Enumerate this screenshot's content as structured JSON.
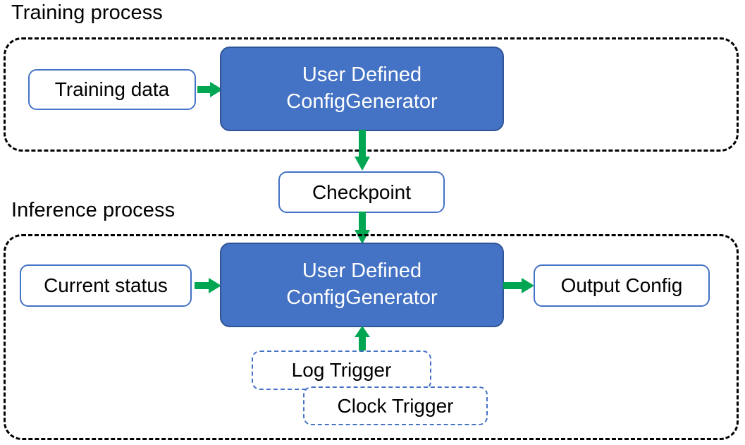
{
  "diagram": {
    "title_training": "Training process",
    "title_inference": "Inference process",
    "colors": {
      "node_fill": "#4472C4",
      "node_stroke": "#2F5597",
      "arrow": "#00A651",
      "container_stroke": "#000000",
      "white_node_stroke": "#4472C4"
    }
  },
  "training": {
    "label": "Training process",
    "input": {
      "label": "Training data"
    },
    "processor": {
      "line1": "User Defined",
      "line2": "ConfigGenerator"
    }
  },
  "checkpoint": {
    "label": "Checkpoint"
  },
  "inference": {
    "label": "Inference process",
    "input": {
      "label": "Current status"
    },
    "processor": {
      "line1": "User Defined",
      "line2": "ConfigGenerator"
    },
    "output": {
      "label": "Output Config"
    },
    "triggers": [
      {
        "label": "Log Trigger"
      },
      {
        "label": "Clock Trigger"
      }
    ]
  },
  "arrows": [
    {
      "name": "training-data-to-processor",
      "direction": "right"
    },
    {
      "name": "training-processor-to-checkpoint",
      "direction": "down"
    },
    {
      "name": "checkpoint-to-inference-processor",
      "direction": "down"
    },
    {
      "name": "current-status-to-processor",
      "direction": "right"
    },
    {
      "name": "processor-to-output-config",
      "direction": "right"
    },
    {
      "name": "log-trigger-to-processor",
      "direction": "up"
    }
  ]
}
